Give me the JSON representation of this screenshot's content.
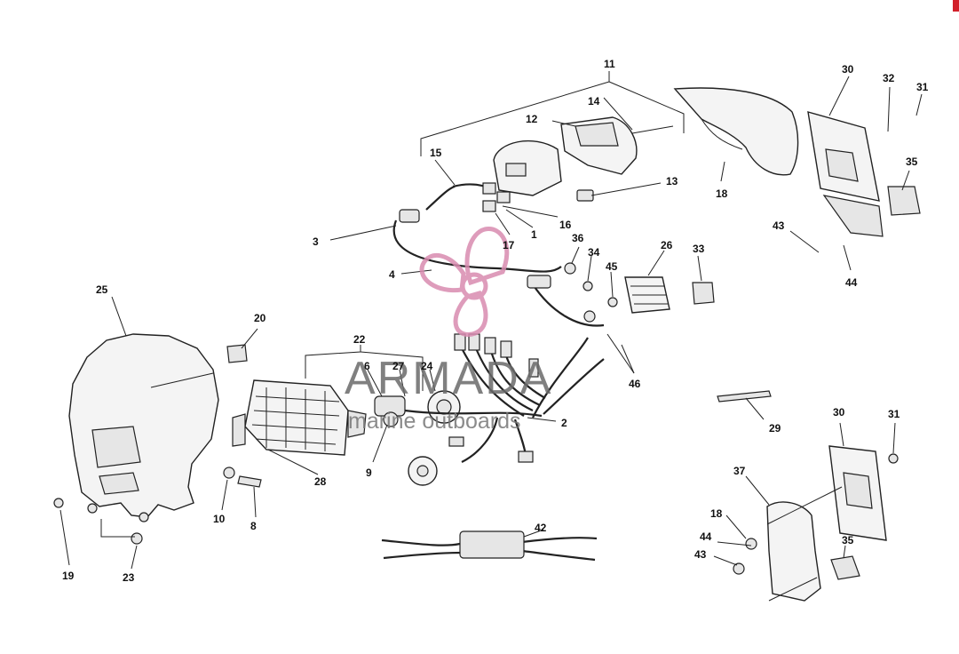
{
  "labels": {
    "n1": "1",
    "n2": "2",
    "n3": "3",
    "n4": "4",
    "n6": "6",
    "n8": "8",
    "n9": "9",
    "n10": "10",
    "n11": "11",
    "n12": "12",
    "n13": "13",
    "n14": "14",
    "n15": "15",
    "n16": "16",
    "n17": "17",
    "n18a": "18",
    "n18b": "18",
    "n19": "19",
    "n20": "20",
    "n22": "22",
    "n23": "23",
    "n24": "24",
    "n25": "25",
    "n26": "26",
    "n27": "27",
    "n28": "28",
    "n29": "29",
    "n30a": "30",
    "n30b": "30",
    "n31a": "31",
    "n31b": "31",
    "n32": "32",
    "n33": "33",
    "n34": "34",
    "n35a": "35",
    "n35b": "35",
    "n36": "36",
    "n37": "37",
    "n42": "42",
    "n43a": "43",
    "n43b": "43",
    "n44a": "44",
    "n44b": "44",
    "n45": "45",
    "n46": "46"
  },
  "watermark": {
    "brand": "ARMADA",
    "tagline": "marine outboards",
    "logo": "propeller-logo",
    "logo_color": "#d98bb0"
  },
  "colors": {
    "corner_mark": "#d2202a"
  }
}
